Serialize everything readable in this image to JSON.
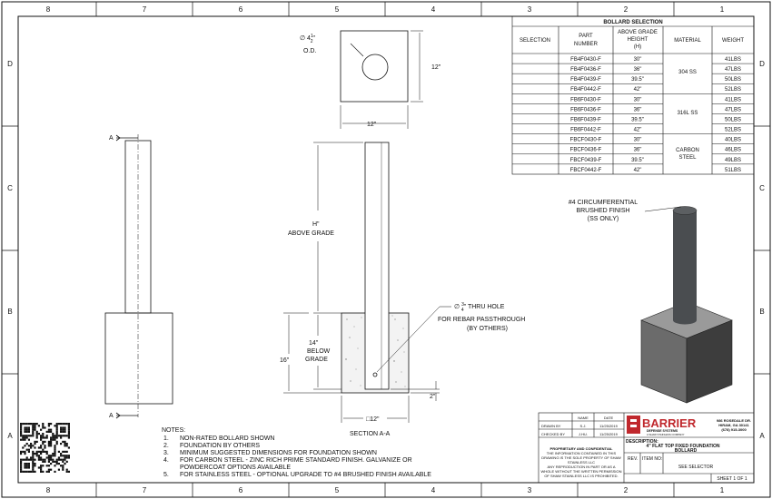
{
  "border": {
    "columns": [
      "8",
      "7",
      "6",
      "5",
      "4",
      "3",
      "2",
      "1"
    ],
    "rows": [
      "D",
      "C",
      "B",
      "A"
    ]
  },
  "top_view": {
    "diameter_label": "∅ 4",
    "diameter_frac_num": "1",
    "diameter_frac_den": "2",
    "diameter_suffix": "\"",
    "od_label": "O.D.",
    "height_dim": "12\"",
    "width_dim": "12\""
  },
  "front_view": {
    "section_marker_top": "A",
    "section_marker_bottom": "A"
  },
  "section_view": {
    "height_label_line1": "H\"",
    "height_label_line2": "ABOVE GRADE",
    "below_grade_line1": "14\"",
    "below_grade_line2": "BELOW",
    "below_grade_line3": "GRADE",
    "foundation_depth": "16\"",
    "bottom_gap": "2\"",
    "foundation_width": "□12\"",
    "section_title": "SECTION A-A",
    "hole_label_prefix": "∅",
    "hole_frac_num": "3",
    "hole_frac_den": "4",
    "hole_label_suffix": "\" THRU HOLE",
    "rebar_line1": "FOR REBAR PASSTHROUGH",
    "rebar_line2": "(BY OTHERS)"
  },
  "iso_view": {
    "finish_line1": "#4 CIRCUMFERENTIAL",
    "finish_line2": "BRUSHED FINISH",
    "finish_line3": "(SS ONLY)"
  },
  "bollard_table": {
    "title": "BOLLARD SELECTION",
    "headers": {
      "selection": "SELECTION",
      "part_line1": "PART",
      "part_line2": "NUMBER",
      "height_line1": "ABOVE GRADE",
      "height_line2": "HEIGHT",
      "height_line3": "(H)",
      "material": "MATERIAL",
      "weight": "WEIGHT"
    },
    "rows": [
      {
        "part": "FB4F0430-F",
        "height": "30\"",
        "weight": "41LBS"
      },
      {
        "part": "FB4F0436-F",
        "height": "36\"",
        "weight": "47LBS"
      },
      {
        "part": "FB4F0439-F",
        "height": "39.5\"",
        "weight": "50LBS"
      },
      {
        "part": "FB4F0442-F",
        "height": "42\"",
        "weight": "52LBS"
      },
      {
        "part": "FB6F0430-F",
        "height": "30\"",
        "weight": "41LBS"
      },
      {
        "part": "FB6F0436-F",
        "height": "36\"",
        "weight": "47LBS"
      },
      {
        "part": "FB6F0439-F",
        "height": "39.5\"",
        "weight": "50LBS"
      },
      {
        "part": "FB6F0442-F",
        "height": "42\"",
        "weight": "52LBS"
      },
      {
        "part": "FBCF0430-F",
        "height": "30\"",
        "weight": "40LBS"
      },
      {
        "part": "FBCF0436-F",
        "height": "36\"",
        "weight": "46LBS"
      },
      {
        "part": "FBCF0439-F",
        "height": "39.5\"",
        "weight": "49LBS"
      },
      {
        "part": "FBCF0442-F",
        "height": "42\"",
        "weight": "51LBS"
      }
    ],
    "materials": {
      "ss304": "304 SS",
      "ss316": "316L SS",
      "carbon_line1": "CARBON",
      "carbon_line2": "STEEL"
    }
  },
  "notes": {
    "title": "NOTES:",
    "items": [
      {
        "num": "1.",
        "text": "NON-RATED BOLLARD SHOWN"
      },
      {
        "num": "2.",
        "text": "FOUNDATION BY OTHERS"
      },
      {
        "num": "3.",
        "text": "MINIMUM SUGGESTED DIMENSIONS FOR FOUNDATION SHOWN"
      },
      {
        "num": "4.",
        "text": "FOR CARBON STEEL - ZINC RICH PRIME STANDARD FINISH. GALVANIZE OR"
      },
      {
        "num": "",
        "text": "POWDERCOAT OPTIONS AVAILABLE"
      },
      {
        "num": "5.",
        "text": "FOR STAINLESS STEEL - OPTIONAL UPGRADE TO #4 BRUSHED FINISH AVAILABLE"
      }
    ]
  },
  "title_block": {
    "name_hdr": "NAME",
    "date_hdr": "DATE",
    "drawn_by_label": "DRAWN BY",
    "drawn_by_name": "S.J.",
    "drawn_by_date": "11/25/2019",
    "checked_by_label": "CHECKED BY",
    "checked_by_name": "J.HU.",
    "checked_by_date": "11/25/2019",
    "company": "BARRIER",
    "company_sub": "DEFENSE SYSTEMS",
    "company_tag": "A SHAW STAINLESS COMPANY",
    "address_line1": "986 ROSEDALE DR.",
    "address_line2": "HIRAM, GA 30141",
    "address_line3": "(678) 915-3000",
    "proprietary_line1": "PROPRIETARY AND CONFIDENTIAL",
    "proprietary_line2": "THE INFORMATION CONTAINED IN THIS",
    "proprietary_line3": "DRAWING IS THE SOLE PROPERTY OF SHAW",
    "proprietary_line4": "STAINLESS LLC",
    "proprietary_line5": "ANY REPRODUCTION IN PART OR AS A",
    "proprietary_line6": "WHOLE WITHOUT THE WRITTEN PERMISSION",
    "proprietary_line7": "OF SHAW STAINLESS LLC IS PROHIBITED.",
    "description_label": "DESCRIPTION:",
    "description_line1": "4\" FLAT TOP FIXED FOUNDATION",
    "description_line2": "BOLLARD",
    "rev_label": "REV.",
    "item_no_label": "ITEM NO:",
    "item_no_value": "SEE SELECTOR",
    "sheet": "SHEET 1 OF 1"
  },
  "colors": {
    "bollard_dark": "#4a4d50",
    "foundation_top": "#9a9a9a",
    "foundation_left": "#6b6b6b",
    "foundation_right": "#3d3d3d",
    "brand_red": "#c0282d"
  }
}
